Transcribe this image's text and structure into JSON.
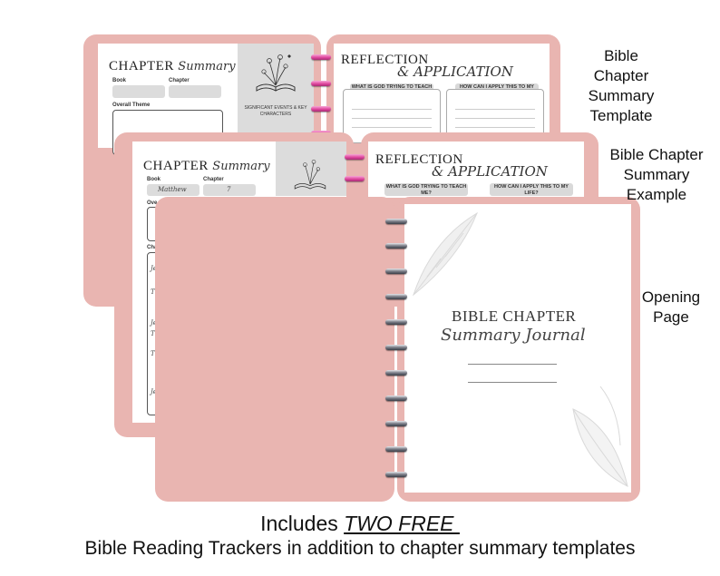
{
  "template_spread": {
    "left_title_serif": "CHAPTER",
    "left_title_script": "Summary",
    "book_label": "Book",
    "chapter_label": "Chapter",
    "overall_theme_label": "Overall Theme",
    "events_label": "SIGNIFICANT EVENTS & KEY CHARACTERS",
    "right_title_serif": "REFLECTION",
    "right_title_script": "& APPLICATION",
    "q1": "WHAT IS GOD TRYING TO TEACH ME?",
    "q2": "HOW CAN I APPLY THIS TO MY LIFE?"
  },
  "example_spread": {
    "left_title_serif": "CHAPTER",
    "left_title_script": "Summary",
    "book_label": "Book",
    "chapter_label": "Chapter",
    "book_value": "Matthew",
    "chapter_value": "7",
    "overall_theme_label": "Ove",
    "chapter_events_label": "Cha",
    "right_title_serif": "REFLECTION",
    "right_title_script": "& APPLICATION",
    "q1": "WHAT IS GOD TRYING TO TEACH ME?",
    "q2": "HOW CAN I APPLY THIS TO MY LIFE?",
    "hw_left": [
      "Je",
      "Ti",
      "Je",
      "Tr",
      "Tr",
      "Je"
    ]
  },
  "opening_page": {
    "title": "BIBLE CHAPTER",
    "subtitle": "Summary Journal"
  },
  "labels": {
    "template": "Bible\nChapter\nSummary\nTemplate",
    "example": "Bible Chapter\nSummary\nExample",
    "opening": "Opening\nPage"
  },
  "caption": {
    "line1_prefix": "Includes ",
    "line1_emphasis": "TWO FREE ",
    "line2": "Bible Reading Trackers in addition to chapter summary templates"
  },
  "colors": {
    "cover": "#e9b5b1",
    "ring_pink": "#e0489f",
    "ring_metal": "#7b7e88"
  }
}
